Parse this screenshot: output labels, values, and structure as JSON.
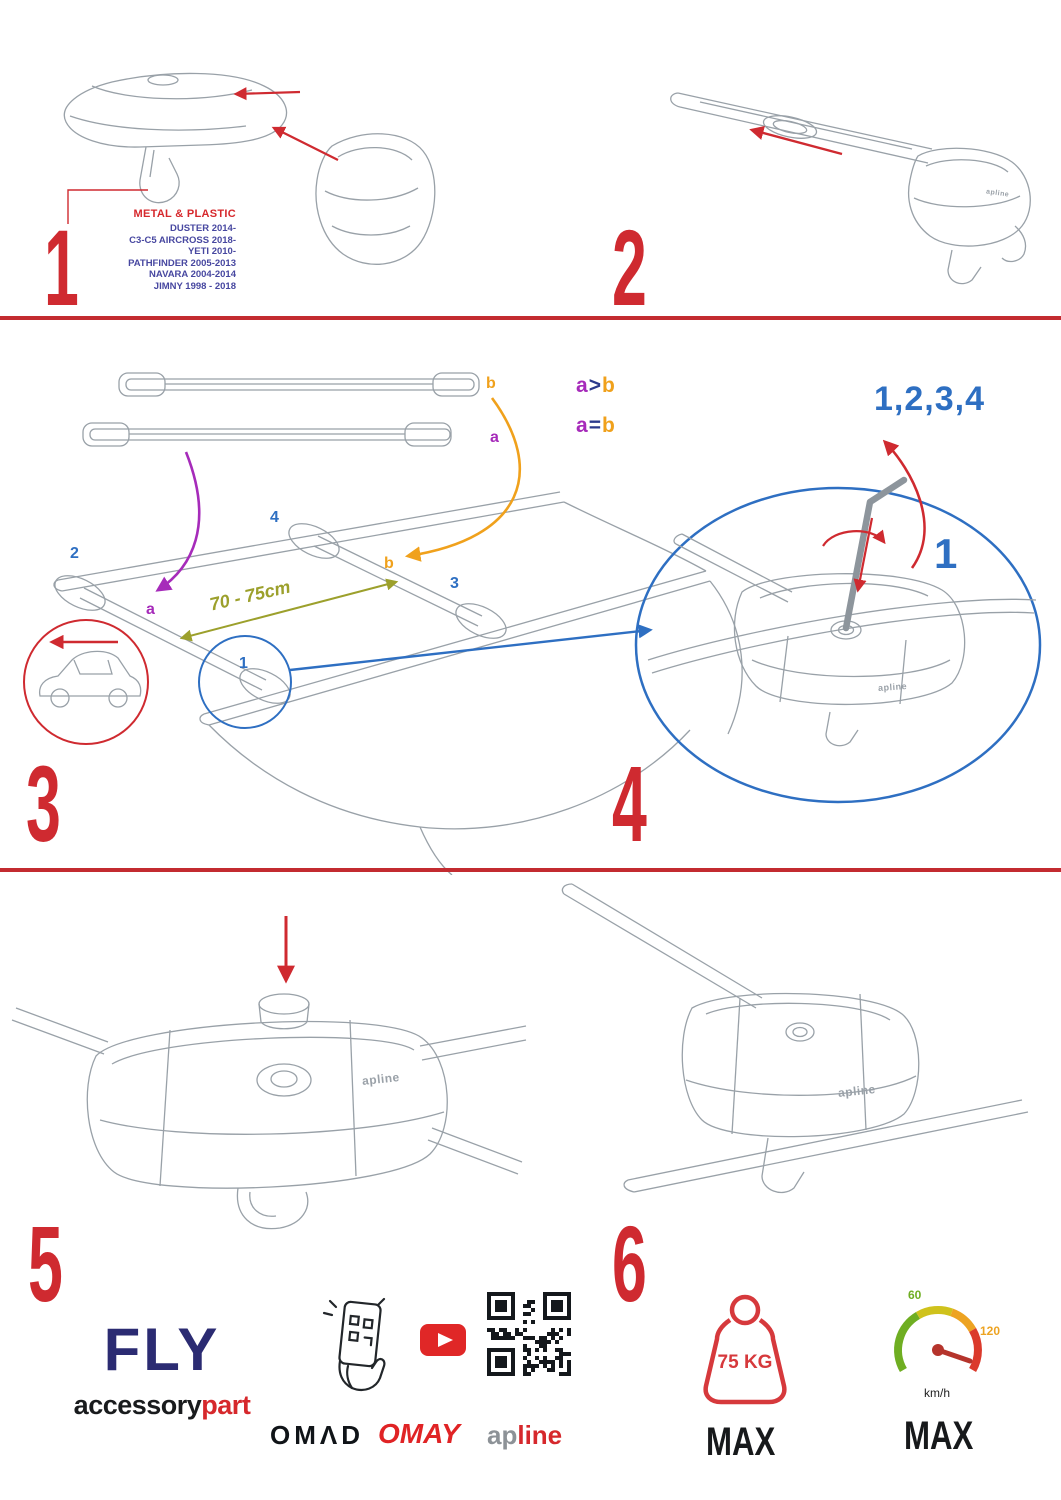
{
  "colors": {
    "step_red": "#cf2a30",
    "divider_red": "#c32b30",
    "callout_blue": "#2e6fc2",
    "purple": "#a62bba",
    "orange": "#f0a11c",
    "olive": "#9ca02c",
    "navy": "#2b2b72",
    "logo_red": "#e02325",
    "line_gray": "#99a1a8"
  },
  "step1": {
    "number": "1",
    "material": "METAL & PLASTIC",
    "models": [
      "DUSTER 2014-",
      "C3-C5 AIRCROSS 2018-",
      "YETI 2010-",
      "PATHFINDER 2005-2013",
      "NAVARA 2004-2014",
      "JIMNY 1998 - 2018"
    ]
  },
  "step2": {
    "number": "2",
    "brand": "apline"
  },
  "step3": {
    "number": "3",
    "bar_labels": {
      "a": "a",
      "b": "b"
    },
    "positions": {
      "p1": "1",
      "p2": "2",
      "p3": "3",
      "p4": "4"
    },
    "measure": "70 - 75cm",
    "rule1": {
      "a": "a",
      "op": ">",
      "b": "b"
    },
    "rule2": {
      "a": "a",
      "op": "=",
      "b": "b"
    }
  },
  "step4": {
    "number": "4",
    "sequence": "1,2,3,4",
    "start": "1",
    "brand": "apline"
  },
  "step5": {
    "number": "5",
    "brand": "apline"
  },
  "step6": {
    "number": "6",
    "brand": "apline"
  },
  "footer": {
    "fly": "FLY",
    "accessory": "accessory",
    "part": "part",
    "omad": "OMΛD",
    "omay": "OMAY",
    "apline_ap": "ap",
    "apline_line": "line",
    "weight_value": "75 KG",
    "weight_max": "MAX",
    "speed_low": "60",
    "speed_high": "120",
    "speed_unit": "km/h",
    "speed_max": "MAX"
  }
}
